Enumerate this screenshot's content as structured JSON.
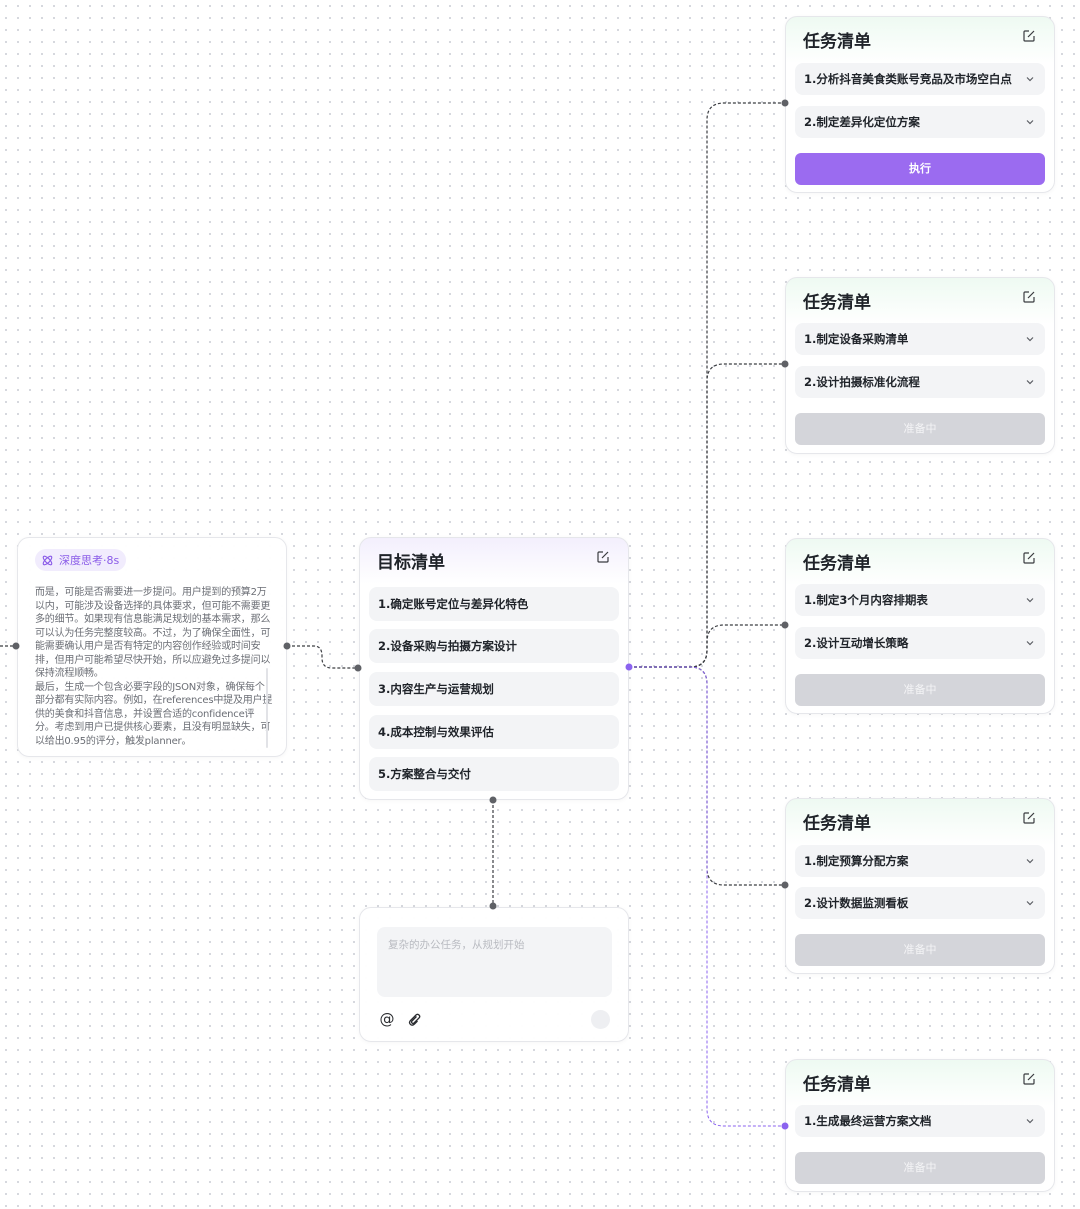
{
  "thinking": {
    "badge": "深度思考·8s",
    "paragraph1": "而是，可能是否需要进一步提问。用户提到的预算2万以内，可能涉及设备选择的具体要求，但可能不需要更多的细节。如果现有信息能满足规划的基本需求，那么可以认为任务完整度较高。不过，为了确保全面性，可能需要确认用户是否有特定的内容创作经验或时间安排，但用户可能希望尽快开始，所以应避免过多提问以保持流程顺畅。",
    "paragraph2": "最后，生成一个包含必要字段的JSON对象，确保每个部分都有实际内容。例如，在references中提及用户提供的美食和抖音信息，并设置合适的confidence评分。考虑到用户已提供核心要素，且没有明显缺失，可以给出0.95的评分，触发planner。"
  },
  "goal_list": {
    "title": "目标清单",
    "items": [
      "1.确定账号定位与差异化特色",
      "2.设备采购与拍摄方案设计",
      "3.内容生产与运营规划",
      "4.成本控制与效果评估",
      "5.方案整合与交付"
    ]
  },
  "input": {
    "placeholder": "复杂的办公任务，从规划开始",
    "at_symbol": "@"
  },
  "task_lists": [
    {
      "title": "任务清单",
      "items": [
        "1.分析抖音美食类账号竞品及市场空白点",
        "2.制定差异化定位方案"
      ],
      "button": "执行",
      "button_state": "active"
    },
    {
      "title": "任务清单",
      "items": [
        "1.制定设备采购清单",
        "2.设计拍摄标准化流程"
      ],
      "button": "准备中",
      "button_state": "pending"
    },
    {
      "title": "任务清单",
      "items": [
        "1.制定3个月内容排期表",
        "2.设计互动增长策略"
      ],
      "button": "准备中",
      "button_state": "pending"
    },
    {
      "title": "任务清单",
      "items": [
        "1.制定预算分配方案",
        "2.设计数据监测看板"
      ],
      "button": "准备中",
      "button_state": "pending"
    },
    {
      "title": "任务清单",
      "items": [
        "1.生成最终运营方案文档"
      ],
      "button": "准备中",
      "button_state": "pending"
    }
  ],
  "colors": {
    "accent": "#9b6bf0",
    "pending": "#d4d5da",
    "wire": "#3b3d42",
    "wire_active": "#8b63ef"
  }
}
